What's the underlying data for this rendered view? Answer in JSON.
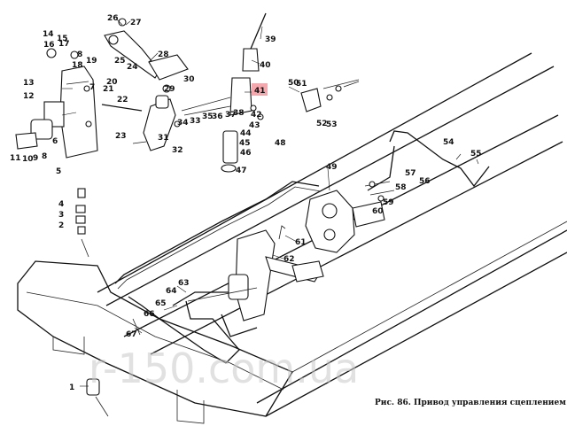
{
  "caption": "Рис. 86. Привод управления сцеплением",
  "watermark": "r-150.com.ua",
  "highlighted_label": "41",
  "colors": {
    "highlight": "#f4a7ad",
    "ink": "#111111",
    "watermark": "#c9c9c9"
  },
  "labels": {
    "l1": "1",
    "l2": "2",
    "l3": "3",
    "l4": "4",
    "l5": "5",
    "l6": "6",
    "l7": "7",
    "l8": "8",
    "l9": "9",
    "l10": "10",
    "l11": "11",
    "l12": "12",
    "l13": "13",
    "l14": "14",
    "l15": "15",
    "l16": "16",
    "l17": "17",
    "l18": "18",
    "l19": "19",
    "l20": "20",
    "l21": "21",
    "l22": "22",
    "l23": "23",
    "l24": "24",
    "l25": "25",
    "l26": "26",
    "l27": "27",
    "l28": "28",
    "l29": "29",
    "l30": "30",
    "l31": "31",
    "l32": "32",
    "l33": "33",
    "l34": "34",
    "l35": "35",
    "l36": "36",
    "l37": "37",
    "l38": "38",
    "l39": "39",
    "l40": "40",
    "l41": "41",
    "l42": "42",
    "l43": "43",
    "l44": "44",
    "l45": "45",
    "l46": "46",
    "l47": "47",
    "l48": "48",
    "l49": "49",
    "l50": "50",
    "l51": "51",
    "l52": "52",
    "l53": "53",
    "l54": "54",
    "l55": "55",
    "l56": "56",
    "l57": "57",
    "l58": "58",
    "l59": "59",
    "l60": "60",
    "l61": "61",
    "l62": "62",
    "l63": "63",
    "l64": "64",
    "l65": "65",
    "l66": "66",
    "l67": "67"
  }
}
